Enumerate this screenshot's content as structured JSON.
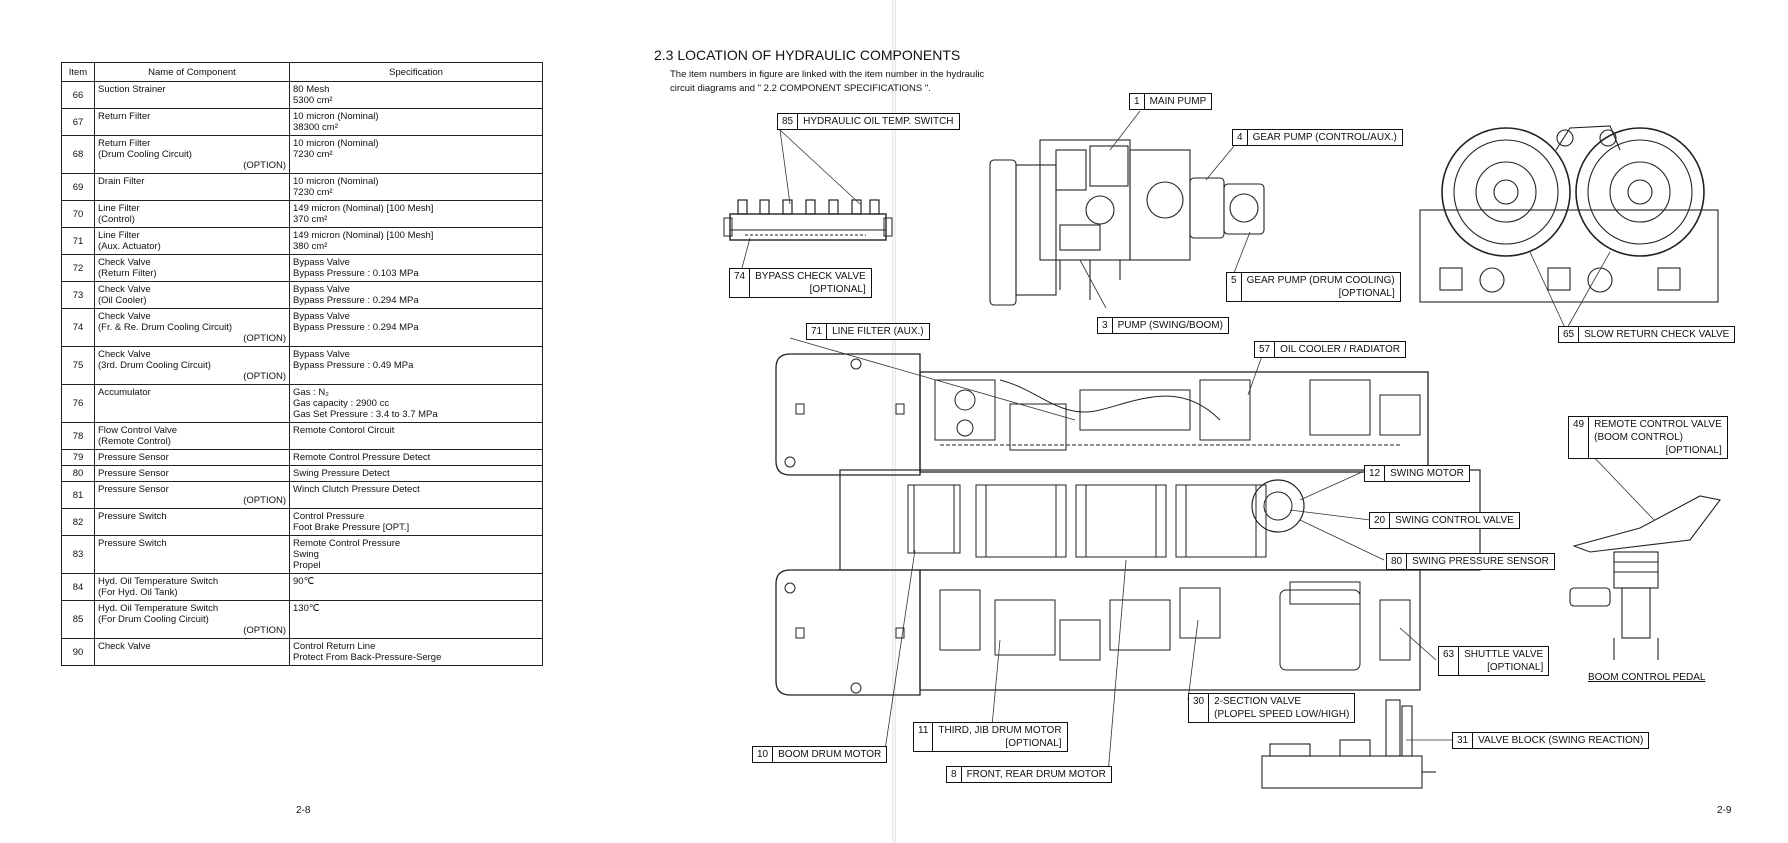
{
  "left_page": {
    "table": {
      "headers": [
        "Item",
        "Name of Component",
        "Specification"
      ],
      "rows": [
        {
          "item": "66",
          "name": [
            "Suction Strainer"
          ],
          "option": "",
          "spec": [
            "80 Mesh",
            "5300 cm²"
          ]
        },
        {
          "item": "67",
          "name": [
            "Return Filter"
          ],
          "option": "",
          "spec": [
            "10 micron (Nominal)",
            "38300 cm²"
          ]
        },
        {
          "item": "68",
          "name": [
            "Return Filter",
            "(Drum Cooling Circuit)"
          ],
          "option": "(OPTION)",
          "spec": [
            "10 micron (Nominal)",
            "7230 cm²"
          ]
        },
        {
          "item": "69",
          "name": [
            "Drain Filter"
          ],
          "option": "",
          "spec": [
            "10 micron (Nominal)",
            "7230 cm²"
          ]
        },
        {
          "item": "70",
          "name": [
            "Line Filter",
            "(Control)"
          ],
          "option": "",
          "spec": [
            "149 micron (Nominal) [100 Mesh]",
            "370 cm²"
          ]
        },
        {
          "item": "71",
          "name": [
            "Line Filter",
            "(Aux. Actuator)"
          ],
          "option": "",
          "spec": [
            "149 micron (Nominal) [100 Mesh]",
            "380 cm²"
          ]
        },
        {
          "item": "72",
          "name": [
            "Check Valve",
            "(Return Filter)"
          ],
          "option": "",
          "spec": [
            "Bypass Valve",
            "Bypass Pressure : 0.103 MPa"
          ]
        },
        {
          "item": "73",
          "name": [
            "Check Valve",
            "(Oil Cooler)"
          ],
          "option": "",
          "spec": [
            "Bypass Valve",
            "Bypass Pressure : 0.294 MPa"
          ]
        },
        {
          "item": "74",
          "name": [
            "Check Valve",
            "(Fr. & Re. Drum Cooling Circuit)"
          ],
          "option": "(OPTION)",
          "spec": [
            "Bypass Valve",
            "Bypass Pressure : 0.294 MPa"
          ]
        },
        {
          "item": "75",
          "name": [
            "Check Valve",
            "(3rd. Drum Cooling Circuit)"
          ],
          "option": "(OPTION)",
          "spec": [
            "Bypass Valve",
            "Bypass Pressure : 0.49 MPa"
          ]
        },
        {
          "item": "76",
          "name": [
            "Accumulator"
          ],
          "option": "",
          "spec": [
            "Gas : N₂",
            "Gas capacity : 2900 cc",
            "Gas Set Pressure : 3.4 to 3.7 MPa"
          ]
        },
        {
          "item": "78",
          "name": [
            "Flow Control Valve",
            "(Remote Control)"
          ],
          "option": "",
          "spec": [
            "Remote Contorol Circuit"
          ]
        },
        {
          "item": "79",
          "name": [
            "Pressure Sensor"
          ],
          "option": "",
          "spec": [
            "Remote Control Pressure Detect"
          ]
        },
        {
          "item": "80",
          "name": [
            "Pressure Sensor"
          ],
          "option": "",
          "spec": [
            "Swing Pressure Detect"
          ]
        },
        {
          "item": "81",
          "name": [
            "Pressure Sensor"
          ],
          "option": "(OPTION)",
          "spec": [
            "Winch Clutch Pressure Detect"
          ]
        },
        {
          "item": "82",
          "name": [
            "Pressure Switch"
          ],
          "option": "",
          "spec": [
            "Control Pressure",
            "Foot Brake Pressure [OPT.]"
          ]
        },
        {
          "item": "83",
          "name": [
            "Pressure Switch"
          ],
          "option": "",
          "spec": [
            "Remote Control Pressure",
            "Swing",
            "Propel"
          ]
        },
        {
          "item": "84",
          "name": [
            "Hyd. Oil Temperature Switch",
            "(For Hyd. Oil Tank)"
          ],
          "option": "",
          "spec": [
            "90℃"
          ]
        },
        {
          "item": "85",
          "name": [
            "Hyd. Oil Temperature Switch",
            "(For Drum Cooling Circuit)"
          ],
          "option": "(OPTION)",
          "spec": [
            "130℃"
          ]
        },
        {
          "item": "90",
          "name": [
            "Check Valve"
          ],
          "option": "",
          "spec": [
            "Control Return Line",
            "Protect From Back-Pressure-Serge"
          ]
        }
      ]
    },
    "page_number": "2-8"
  },
  "right_page": {
    "title": "2.3 LOCATION OF HYDRAULIC COMPONENTS",
    "intro": "The item numbers in figure are linked with the item number in the hydraulic circuit diagrams and \" 2.2 COMPONENT SPECIFICATIONS \".",
    "callouts": [
      {
        "num": "85",
        "label": "HYDRAULIC OIL TEMP. SWITCH",
        "sub": ""
      },
      {
        "num": "1",
        "label": "MAIN PUMP",
        "sub": ""
      },
      {
        "num": "4",
        "label": "GEAR PUMP (CONTROL/AUX.)",
        "sub": ""
      },
      {
        "num": "74",
        "label": "BYPASS CHECK VALVE",
        "sub": "[OPTIONAL]"
      },
      {
        "num": "5",
        "label": "GEAR PUMP (DRUM COOLING)",
        "sub": "[OPTIONAL]"
      },
      {
        "num": "3",
        "label": "PUMP (SWING/BOOM)",
        "sub": ""
      },
      {
        "num": "71",
        "label": "LINE FILTER (AUX.)",
        "sub": ""
      },
      {
        "num": "57",
        "label": "OIL COOLER / RADIATOR",
        "sub": ""
      },
      {
        "num": "65",
        "label": "SLOW RETURN CHECK VALVE",
        "sub": ""
      },
      {
        "num": "49",
        "label": "REMOTE CONTROL VALVE",
        "label2": "(BOOM CONTROL)",
        "sub": "[OPTIONAL]"
      },
      {
        "num": "12",
        "label": "SWING MOTOR",
        "sub": ""
      },
      {
        "num": "20",
        "label": "SWING CONTROL VALVE",
        "sub": ""
      },
      {
        "num": "80",
        "label": "SWING PRESSURE SENSOR",
        "sub": ""
      },
      {
        "num": "63",
        "label": "SHUTTLE VALVE",
        "sub": "[OPTIONAL]"
      },
      {
        "num": "30",
        "label": "2-SECTION VALVE",
        "label2": "(PLOPEL SPEED LOW/HIGH)",
        "sub": ""
      },
      {
        "num": "11",
        "label": "THIRD, JIB DRUM MOTOR",
        "sub": "[OPTIONAL]"
      },
      {
        "num": "31",
        "label": "VALVE BLOCK (SWING REACTION)",
        "sub": ""
      },
      {
        "num": "10",
        "label": "BOOM DRUM MOTOR",
        "sub": ""
      },
      {
        "num": "8",
        "label": "FRONT, REAR DRUM MOTOR",
        "sub": ""
      }
    ],
    "pedal_label": "BOOM CONTROL PEDAL",
    "page_number": "2-9"
  }
}
